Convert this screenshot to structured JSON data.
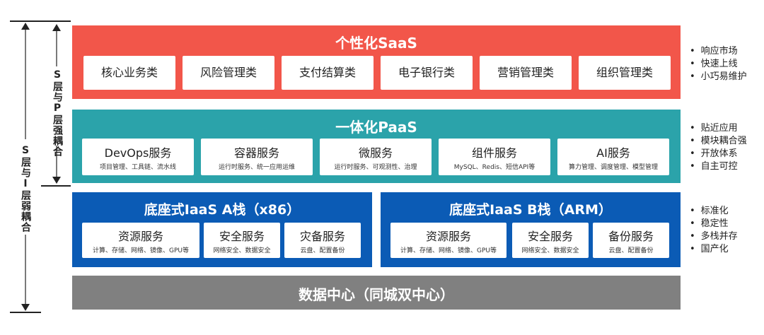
{
  "left_labels": {
    "sp": "S层与P层强耦合",
    "si": "S层与I层弱耦合"
  },
  "saas": {
    "title": "个性化SaaS",
    "items": [
      "核心业务类",
      "风险管理类",
      "支付结算类",
      "电子银行类",
      "营销管理类",
      "组织管理类"
    ]
  },
  "paas": {
    "title": "一体化PaaS",
    "items": [
      {
        "name": "DevOps服务",
        "desc": "项目管理、工具链、流水线"
      },
      {
        "name": "容器服务",
        "desc": "运行时服务、统一应用运维"
      },
      {
        "name": "微服务",
        "desc": "运行时服务、可观测性、治理"
      },
      {
        "name": "组件服务",
        "desc": "MySQL、Redis、短信API等"
      },
      {
        "name": "AI服务",
        "desc": "算力管理、调度管理、模型管理"
      }
    ]
  },
  "iaas_a": {
    "title": "底座式IaaS A栈（x86）",
    "items": [
      {
        "name": "资源服务",
        "desc": "计算、存储、网络、镜像、GPU等"
      },
      {
        "name": "安全服务",
        "desc": "网络安全、数据安全"
      },
      {
        "name": "灾备服务",
        "desc": "云盘、配置备份"
      }
    ]
  },
  "iaas_b": {
    "title": "底座式IaaS B栈（ARM）",
    "items": [
      {
        "name": "资源服务",
        "desc": "计算、存储、网络、镜像、GPU等"
      },
      {
        "name": "安全服务",
        "desc": "网络安全、数据安全"
      },
      {
        "name": "备份服务",
        "desc": "云盘、配置备份"
      }
    ]
  },
  "dc": {
    "title": "数据中心（同城双中心）"
  },
  "bullets": {
    "saas": [
      "响应市场",
      "快速上线",
      "小巧易维护"
    ],
    "paas": [
      "贴近应用",
      "模块耦合强",
      "开放体系",
      "自主可控"
    ],
    "iaas": [
      "标准化",
      "稳定性",
      "多栈并存",
      "国产化"
    ]
  },
  "colors": {
    "saas": "#f2564a",
    "paas": "#2ba3aa",
    "iaas": "#0b5bb5",
    "dc": "#808080"
  }
}
